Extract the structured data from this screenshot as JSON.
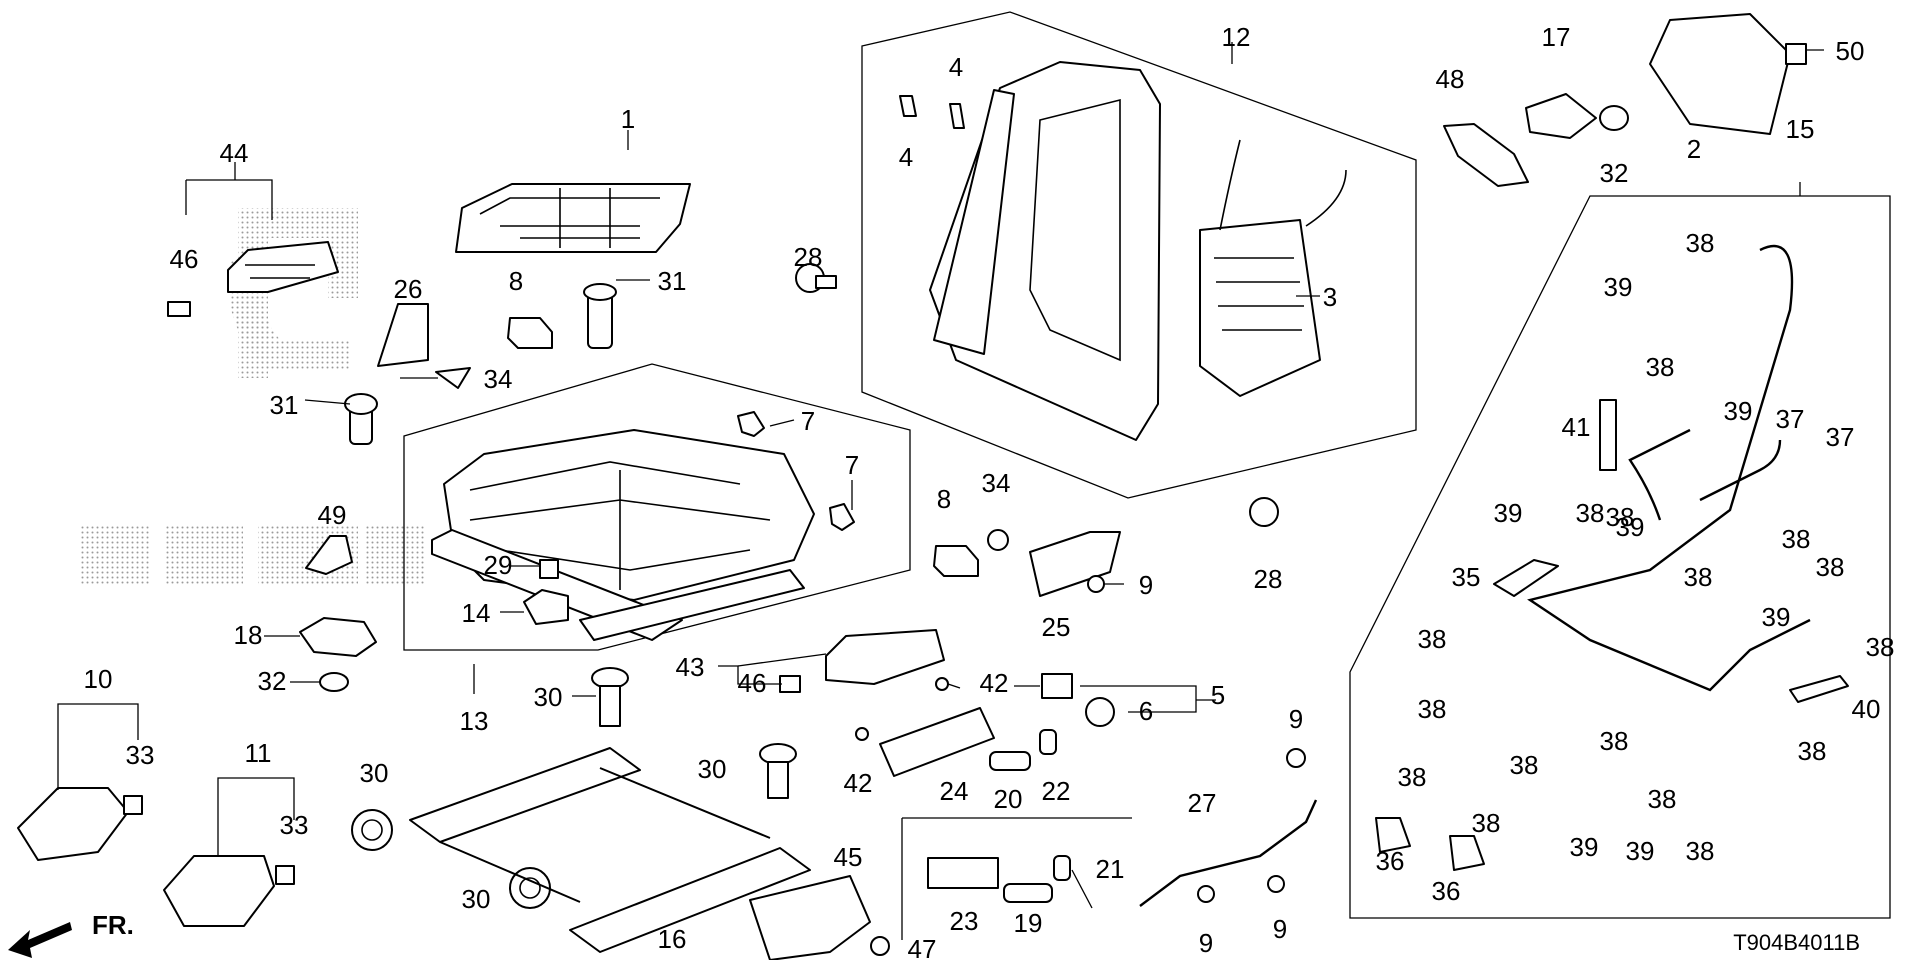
{
  "diagram": {
    "code": "T904B4011B",
    "front_label": "FR.",
    "callouts": [
      {
        "id": "1",
        "n": "1"
      },
      {
        "id": "2",
        "n": "2"
      },
      {
        "id": "3",
        "n": "3"
      },
      {
        "id": "4a",
        "n": "4"
      },
      {
        "id": "4b",
        "n": "4"
      },
      {
        "id": "5",
        "n": "5"
      },
      {
        "id": "6",
        "n": "6"
      },
      {
        "id": "7a",
        "n": "7"
      },
      {
        "id": "7b",
        "n": "7"
      },
      {
        "id": "8a",
        "n": "8"
      },
      {
        "id": "8b",
        "n": "8"
      },
      {
        "id": "9a",
        "n": "9"
      },
      {
        "id": "9b",
        "n": "9"
      },
      {
        "id": "9c",
        "n": "9"
      },
      {
        "id": "9d",
        "n": "9"
      },
      {
        "id": "10",
        "n": "10"
      },
      {
        "id": "11",
        "n": "11"
      },
      {
        "id": "12",
        "n": "12"
      },
      {
        "id": "13",
        "n": "13"
      },
      {
        "id": "14",
        "n": "14"
      },
      {
        "id": "15",
        "n": "15"
      },
      {
        "id": "16",
        "n": "16"
      },
      {
        "id": "17",
        "n": "17"
      },
      {
        "id": "18",
        "n": "18"
      },
      {
        "id": "19",
        "n": "19"
      },
      {
        "id": "20",
        "n": "20"
      },
      {
        "id": "21",
        "n": "21"
      },
      {
        "id": "22",
        "n": "22"
      },
      {
        "id": "23",
        "n": "23"
      },
      {
        "id": "24",
        "n": "24"
      },
      {
        "id": "25",
        "n": "25"
      },
      {
        "id": "26",
        "n": "26"
      },
      {
        "id": "27",
        "n": "27"
      },
      {
        "id": "28a",
        "n": "28"
      },
      {
        "id": "28b",
        "n": "28"
      },
      {
        "id": "29",
        "n": "29"
      },
      {
        "id": "30a",
        "n": "30"
      },
      {
        "id": "30b",
        "n": "30"
      },
      {
        "id": "30c",
        "n": "30"
      },
      {
        "id": "30d",
        "n": "30"
      },
      {
        "id": "31a",
        "n": "31"
      },
      {
        "id": "31b",
        "n": "31"
      },
      {
        "id": "32a",
        "n": "32"
      },
      {
        "id": "32b",
        "n": "32"
      },
      {
        "id": "33a",
        "n": "33"
      },
      {
        "id": "33b",
        "n": "33"
      },
      {
        "id": "34a",
        "n": "34"
      },
      {
        "id": "34b",
        "n": "34"
      },
      {
        "id": "35",
        "n": "35"
      },
      {
        "id": "36a",
        "n": "36"
      },
      {
        "id": "36b",
        "n": "36"
      },
      {
        "id": "37a",
        "n": "37"
      },
      {
        "id": "37b",
        "n": "37"
      },
      {
        "id": "38a",
        "n": "38"
      },
      {
        "id": "38b",
        "n": "38"
      },
      {
        "id": "38c",
        "n": "38"
      },
      {
        "id": "38d",
        "n": "38"
      },
      {
        "id": "38e",
        "n": "38"
      },
      {
        "id": "38f",
        "n": "38"
      },
      {
        "id": "38g",
        "n": "38"
      },
      {
        "id": "38h",
        "n": "38"
      },
      {
        "id": "38i",
        "n": "38"
      },
      {
        "id": "38j",
        "n": "38"
      },
      {
        "id": "38k",
        "n": "38"
      },
      {
        "id": "38l",
        "n": "38"
      },
      {
        "id": "38m",
        "n": "38"
      },
      {
        "id": "38n",
        "n": "38"
      },
      {
        "id": "38o",
        "n": "38"
      },
      {
        "id": "38p",
        "n": "38"
      },
      {
        "id": "38q",
        "n": "38"
      },
      {
        "id": "39a",
        "n": "39"
      },
      {
        "id": "39b",
        "n": "39"
      },
      {
        "id": "39c",
        "n": "39"
      },
      {
        "id": "39d",
        "n": "39"
      },
      {
        "id": "39e",
        "n": "39"
      },
      {
        "id": "39f",
        "n": "39"
      },
      {
        "id": "39g",
        "n": "39"
      },
      {
        "id": "40",
        "n": "40"
      },
      {
        "id": "41",
        "n": "41"
      },
      {
        "id": "42a",
        "n": "42"
      },
      {
        "id": "42b",
        "n": "42"
      },
      {
        "id": "43",
        "n": "43"
      },
      {
        "id": "44",
        "n": "44"
      },
      {
        "id": "45",
        "n": "45"
      },
      {
        "id": "46a",
        "n": "46"
      },
      {
        "id": "46b",
        "n": "46"
      },
      {
        "id": "47",
        "n": "47"
      },
      {
        "id": "48",
        "n": "48"
      },
      {
        "id": "49",
        "n": "49"
      },
      {
        "id": "50",
        "n": "50"
      }
    ]
  }
}
